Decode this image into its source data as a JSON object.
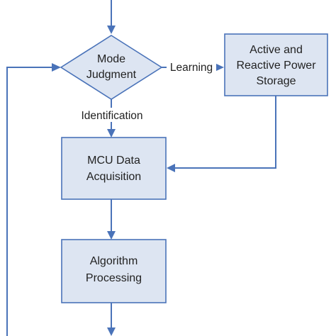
{
  "nodes": {
    "mode_judgment": {
      "line1": "Mode",
      "line2": "Judgment"
    },
    "power_storage": {
      "line1": "Active and",
      "line2": "Reactive Power",
      "line3": "Storage"
    },
    "mcu": {
      "line1": "MCU Data",
      "line2": "Acquisition"
    },
    "algorithm": {
      "line1": "Algorithm",
      "line2": "Processing"
    }
  },
  "edges": {
    "learning": "Learning",
    "identification": "Identification"
  },
  "colors": {
    "stroke": "#4a73b9",
    "fill": "#dde5f2",
    "text": "#222222"
  }
}
